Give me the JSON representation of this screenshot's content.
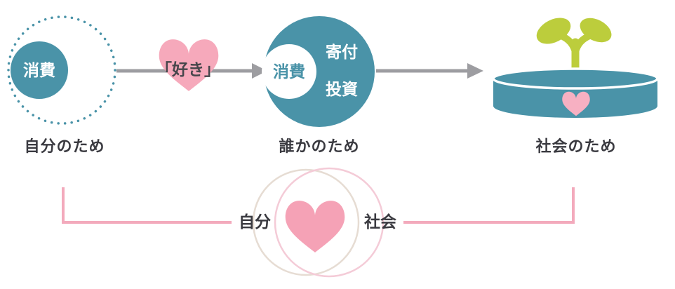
{
  "colors": {
    "teal": "#4a93a8",
    "white": "#ffffff",
    "arrow_gray": "#9d9da1",
    "caption_text": "#3a3a40",
    "like_text": "#46464b",
    "heart_pink": "#f6a9bb",
    "heart_pink_deep": "#f5a2b6",
    "heart_pink_light": "#f7b0c2",
    "bracket_pink": "#f3aabc",
    "sprout_green": "#bccd3c",
    "ring_left": "#e6dcd3",
    "ring_right": "#f4cbd7"
  },
  "stage_self": {
    "bubble_label": "消費",
    "caption": "自分のため"
  },
  "transition_like": {
    "label": "「好き」"
  },
  "stage_someone": {
    "bubble_label": "消費",
    "item_donation": "寄付",
    "item_investment": "投資",
    "caption": "誰かのため"
  },
  "stage_society": {
    "caption": "社会のため"
  },
  "overlap_legend": {
    "left_label": "自分",
    "right_label": "社会"
  }
}
